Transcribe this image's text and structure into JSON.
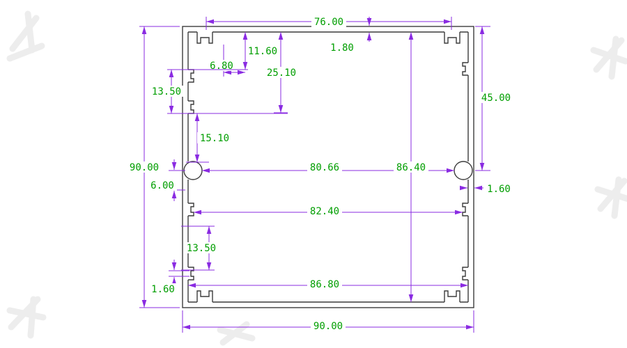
{
  "drawing": {
    "title": "aluminum-extrusion-enclosure-cross-section",
    "colors": {
      "dimension_line": "#8a2be2",
      "dimension_text": "#009e00",
      "profile_outline": "#3c3c3c",
      "background": "#ffffff",
      "watermark": "#ededed"
    },
    "dims": {
      "top_width": "76.00",
      "notch_depth_top": "11.60",
      "wall_top": "1.80",
      "notch_width_top": "6.80",
      "upper_feature_depth": "25.10",
      "left_notch_upper": "13.50",
      "right_height": "45.00",
      "left_notch_mid": "15.10",
      "height_overall": "90.00",
      "width_between_bosses": "80.66",
      "height_inner": "86.40",
      "boss_offset": "6.00",
      "wall_right": "1.60",
      "width_inner": "82.40",
      "left_notch_lower": "13.50",
      "notch_bottom": "1.60",
      "width_bottom_inner": "86.80",
      "width_overall": "90.00"
    }
  }
}
